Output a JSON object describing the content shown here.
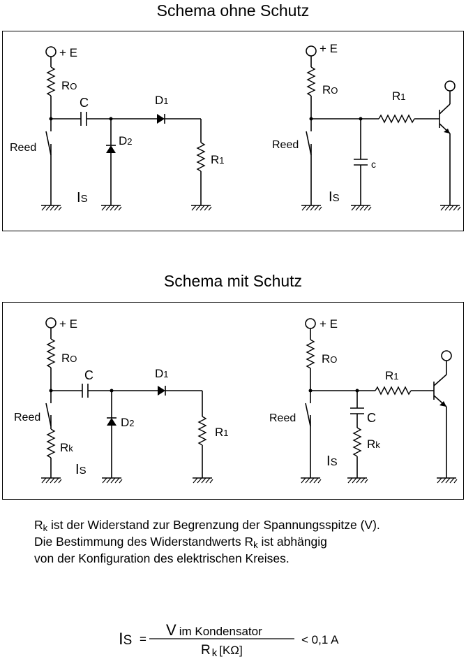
{
  "titles": {
    "top": "Schema ohne Schutz",
    "bottom": "Schema mit Schutz"
  },
  "labels": {
    "plus_e": "+ E",
    "r0_letter": "R",
    "r0_sub": "O",
    "c": "C",
    "c_small": "c",
    "d1_letter": "D",
    "d1_sub": "1",
    "d2_letter": "D",
    "d2_sub": "2",
    "r1_letter": "R",
    "r1_sub": "1",
    "reed": "Reed",
    "is_letter": "I",
    "is_sub": "S",
    "rk_letter": "R",
    "rk_sub": "k"
  },
  "note": {
    "line1_r": "R",
    "line1_sub": "k",
    "line1_rest": " ist der Widerstand zur Begrenzung der Spannungsspitze (V).",
    "line2_pre": "Die Bestimmung des Widerstandwerts R",
    "line2_sub": "k",
    "line2_rest": " ist abhängig",
    "line3": "von der Konfiguration des elektrischen Kreises."
  },
  "formula": {
    "lhs_letter": "I",
    "lhs_sub": "S",
    "equals": "=",
    "num_v": "V",
    "num_rest": "im Kondensator",
    "den_r": "R",
    "den_sub": "k",
    "den_unit": "[KΩ]",
    "rhs": "< 0,1 A"
  }
}
